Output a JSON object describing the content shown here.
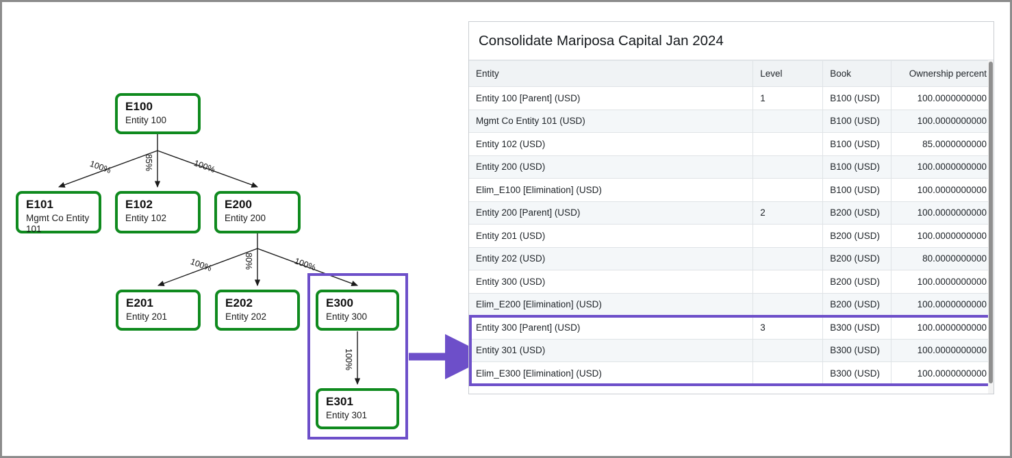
{
  "diagram": {
    "nodes": [
      {
        "id": "E100",
        "code": "E100",
        "name": "Entity 100"
      },
      {
        "id": "E101",
        "code": "E101",
        "name": "Mgmt Co Entity 101"
      },
      {
        "id": "E102",
        "code": "E102",
        "name": "Entity 102"
      },
      {
        "id": "E200",
        "code": "E200",
        "name": "Entity 200"
      },
      {
        "id": "E201",
        "code": "E201",
        "name": "Entity 201"
      },
      {
        "id": "E202",
        "code": "E202",
        "name": "Entity 202"
      },
      {
        "id": "E300",
        "code": "E300",
        "name": "Entity 300"
      },
      {
        "id": "E301",
        "code": "E301",
        "name": "Entity 301"
      }
    ],
    "edges": [
      {
        "from": "E100",
        "to": "E101",
        "label": "100%"
      },
      {
        "from": "E100",
        "to": "E102",
        "label": "85%"
      },
      {
        "from": "E100",
        "to": "E200",
        "label": "100%"
      },
      {
        "from": "E200",
        "to": "E201",
        "label": "100%"
      },
      {
        "from": "E200",
        "to": "E202",
        "label": "80%"
      },
      {
        "from": "E200",
        "to": "E300",
        "label": "100%"
      },
      {
        "from": "E300",
        "to": "E301",
        "label": "100%"
      }
    ],
    "selection": {
      "members": "E300, E301",
      "color": "#6d4fc9"
    },
    "node_border_color": "#0f8a1e"
  },
  "card": {
    "title": "Consolidate Mariposa Capital Jan 2024",
    "columns": [
      "Entity",
      "Level",
      "Book",
      "Ownership percent"
    ],
    "rows": [
      {
        "entity": "Entity 100 [Parent] (USD)",
        "level": "1",
        "book": "B100 (USD)",
        "ownership": "100.0000000000",
        "indent": 1,
        "shade": "plain"
      },
      {
        "entity": "Mgmt Co Entity 101 (USD)",
        "level": "",
        "book": "B100 (USD)",
        "ownership": "100.0000000000",
        "indent": 2,
        "shade": "alt"
      },
      {
        "entity": "Entity 102 (USD)",
        "level": "",
        "book": "B100 (USD)",
        "ownership": "85.0000000000",
        "indent": 2,
        "shade": "plain"
      },
      {
        "entity": "Entity 200 (USD)",
        "level": "",
        "book": "B100 (USD)",
        "ownership": "100.0000000000",
        "indent": 2,
        "shade": "alt"
      },
      {
        "entity": "Elim_E100 [Elimination] (USD)",
        "level": "",
        "book": "B100 (USD)",
        "ownership": "100.0000000000",
        "indent": 2,
        "shade": "plain"
      },
      {
        "entity": "Entity 200 [Parent] (USD)",
        "level": "2",
        "book": "B200 (USD)",
        "ownership": "100.0000000000",
        "indent": 1,
        "shade": "alt"
      },
      {
        "entity": "Entity 201 (USD)",
        "level": "",
        "book": "B200 (USD)",
        "ownership": "100.0000000000",
        "indent": 2,
        "shade": "plain"
      },
      {
        "entity": "Entity 202 (USD)",
        "level": "",
        "book": "B200 (USD)",
        "ownership": "80.0000000000",
        "indent": 2,
        "shade": "alt"
      },
      {
        "entity": "Entity 300 (USD)",
        "level": "",
        "book": "B200 (USD)",
        "ownership": "100.0000000000",
        "indent": 2,
        "shade": "plain"
      },
      {
        "entity": "Elim_E200 [Elimination] (USD)",
        "level": "",
        "book": "B200 (USD)",
        "ownership": "100.0000000000",
        "indent": 2,
        "shade": "alt"
      },
      {
        "entity": "Entity 300 [Parent] (USD)",
        "level": "3",
        "book": "B300 (USD)",
        "ownership": "100.0000000000",
        "indent": 1,
        "shade": "plain"
      },
      {
        "entity": "Entity 301 (USD)",
        "level": "",
        "book": "B300 (USD)",
        "ownership": "100.0000000000",
        "indent": 2,
        "shade": "alt"
      },
      {
        "entity": "Elim_E300 [Elimination] (USD)",
        "level": "",
        "book": "B300 (USD)",
        "ownership": "100.0000000000",
        "indent": 2,
        "shade": "plain"
      }
    ],
    "highlight": {
      "first_row_index": 10,
      "last_row_index": 12,
      "color": "#6d4fc9"
    }
  },
  "connector": {
    "label": "",
    "color": "#6d4fc9"
  }
}
